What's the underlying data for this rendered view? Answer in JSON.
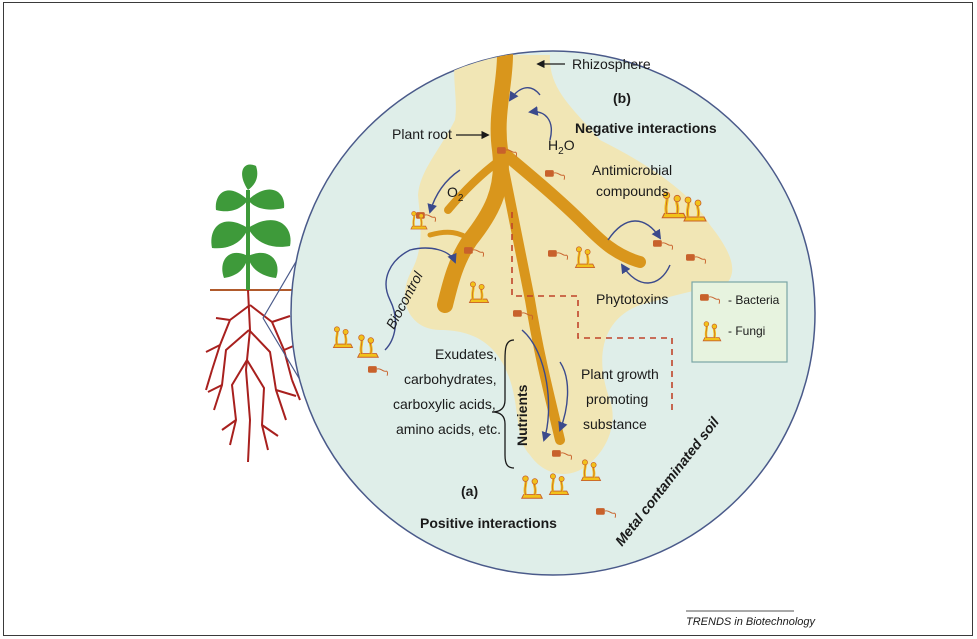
{
  "labels": {
    "rhizosphere": "Rhizosphere",
    "panel_b": "(b)",
    "negative_interactions": "Negative interactions",
    "plant_root": "Plant root",
    "h2o_main": "H",
    "h2o_sub": "2",
    "h2o_tail": "O",
    "o2_main": "O",
    "o2_sub": "2",
    "antimicrobial_1": "Antimicrobial",
    "antimicrobial_2": "compounds",
    "biocontrol": "Biocontrol",
    "phytotoxins": "Phytotoxins",
    "exudates_1": "Exudates,",
    "exudates_2": "carbohydrates,",
    "exudates_3": "carboxylic acids,",
    "exudates_4": "amino acids, etc.",
    "nutrients": "Nutrients",
    "pgps_1": "Plant growth",
    "pgps_2": "promoting",
    "pgps_3": "substance",
    "panel_a": "(a)",
    "positive_interactions": "Positive interactions",
    "metal_soil": "Metal contaminated soil",
    "source": "TRENDS in Biotechnology"
  },
  "legend": {
    "bacteria": "- Bacteria",
    "fungi": "- Fungi"
  },
  "colors": {
    "circle_fill": "#dfeee9",
    "circle_stroke": "#4a5a8a",
    "rhizosphere": "#f1e6b5",
    "root": "#d9961c",
    "root_dark": "#b87812",
    "bacteria": "#c8612b",
    "fungi": "#f2c21a",
    "fungi_stroke": "#c8612b",
    "arrow": "#3b4a8c",
    "dashed": "#c0442a",
    "soil_line": "#b05a2c",
    "plant_root": "#a8201e",
    "leaf": "#3e9a3a",
    "legend_fill": "#e7f3df",
    "legend_stroke": "#7aa6a6"
  }
}
